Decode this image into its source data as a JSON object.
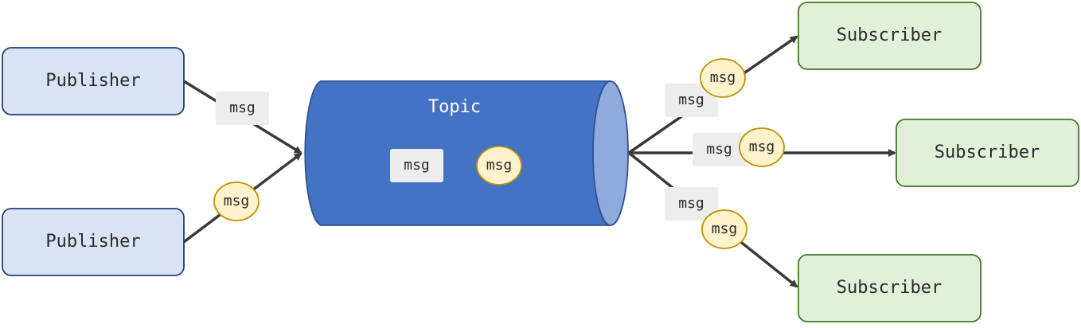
{
  "diagram": {
    "publishers": [
      {
        "label": "Publisher"
      },
      {
        "label": "Publisher"
      }
    ],
    "topic": {
      "label": "Topic"
    },
    "subscribers": [
      {
        "label": "Subscriber"
      },
      {
        "label": "Subscriber"
      },
      {
        "label": "Subscriber"
      }
    ],
    "message_label": "msg",
    "colors": {
      "publisher_fill": "#dae3f3",
      "publisher_stroke": "#1f3f7a",
      "subscriber_fill": "#e2efd9",
      "subscriber_stroke": "#3f7a22",
      "topic_fill": "#4472c4",
      "topic_end_fill": "#8faadc",
      "topic_stroke": "#2f528f",
      "msg_tag_fill": "#ededed",
      "msg_bubble_fill": "#fff2cc",
      "msg_bubble_stroke": "#bf9000",
      "arrow": "#3a3a3a"
    }
  }
}
